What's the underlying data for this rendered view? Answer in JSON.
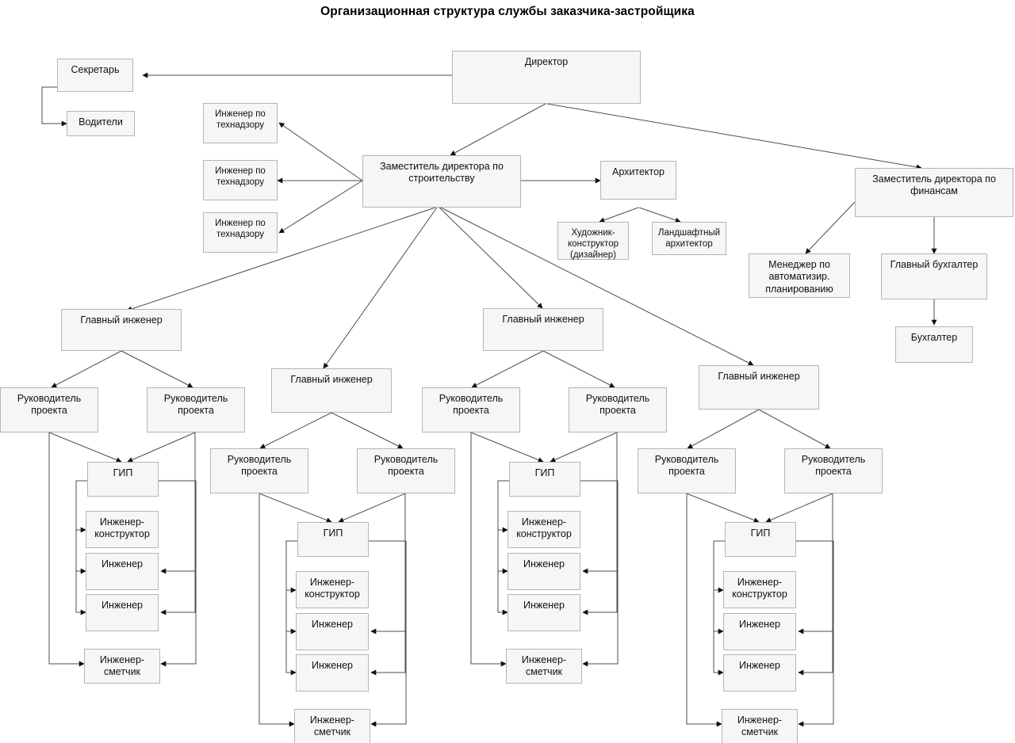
{
  "title": "Организационная структура службы заказчика-застройщика",
  "colors": {
    "node_fill": "#f6f6f6",
    "node_border": "#b5b5b5",
    "edge": "#4d4d4d",
    "text": "#101010",
    "background": "#ffffff"
  },
  "nodes": {
    "director": "Директор",
    "secretary": "Секретарь",
    "drivers": "Водители",
    "deputy_construction": "Заместитель директора по строительству",
    "deputy_finance": "Заместитель директора по финансам",
    "architect": "Архитектор",
    "designer": "Художник-конструктор (дизайнер)",
    "landscape_architect": "Ландшафтный архитектор",
    "automation_manager": "Менеджер по автоматизир. планированию",
    "chief_accountant": "Главный бухгалтер",
    "accountant": "Бухгалтер",
    "supervision_engineer_1": "Инженер по технадзору",
    "supervision_engineer_2": "Инженер по технадзору",
    "supervision_engineer_3": "Инженер по технадзору",
    "chief_engineer": "Главный инженер",
    "project_manager": "Руководитель проекта",
    "gip": "ГИП",
    "design_engineer": "Инженер-конструктор",
    "engineer": "Инженер",
    "estimator": "Инженер-сметчик"
  },
  "clusters": [
    {
      "id": "cluster-1",
      "chief_engineer": "Главный инженер",
      "project_managers": [
        "Руководитель проекта",
        "Руководитель проекта"
      ],
      "gip": "ГИП",
      "staff": [
        "Инженер-конструктор",
        "Инженер",
        "Инженер"
      ],
      "estimator": "Инженер-сметчик"
    },
    {
      "id": "cluster-2",
      "chief_engineer": "Главный инженер",
      "project_managers": [
        "Руководитель проекта",
        "Руководитель проекта"
      ],
      "gip": "ГИП",
      "staff": [
        "Инженер-конструктор",
        "Инженер",
        "Инженер"
      ],
      "estimator": "Инженер-сметчик"
    },
    {
      "id": "cluster-3",
      "chief_engineer": "Главный инженер",
      "project_managers": [
        "Руководитель проекта",
        "Руководитель проекта"
      ],
      "gip": "ГИП",
      "staff": [
        "Инженер-конструктор",
        "Инженер",
        "Инженер"
      ],
      "estimator": "Инженер-сметчик"
    },
    {
      "id": "cluster-4",
      "chief_engineer": "Главный инженер",
      "project_managers": [
        "Руководитель проекта",
        "Руководитель проекта"
      ],
      "gip": "ГИП",
      "staff": [
        "Инженер-конструктор",
        "Инженер",
        "Инженер"
      ],
      "estimator": "Инженер-сметчик"
    }
  ],
  "chart_data": {
    "type": "diagram",
    "diagram_kind": "organizational-chart",
    "title": "Организационная структура службы заказчика-застройщика",
    "relationships": [
      {
        "from": "Директор",
        "to": "Секретарь"
      },
      {
        "from": "Секретарь",
        "to": "Водители"
      },
      {
        "from": "Директор",
        "to": "Заместитель директора по строительству"
      },
      {
        "from": "Директор",
        "to": "Заместитель директора по финансам"
      },
      {
        "from": "Заместитель директора по строительству",
        "to": "Инженер по технадзору"
      },
      {
        "from": "Заместитель директора по строительству",
        "to": "Инженер по технадзору"
      },
      {
        "from": "Заместитель директора по строительству",
        "to": "Инженер по технадзору"
      },
      {
        "from": "Заместитель директора по строительству",
        "to": "Архитектор"
      },
      {
        "from": "Архитектор",
        "to": "Художник-конструктор (дизайнер)"
      },
      {
        "from": "Архитектор",
        "to": "Ландшафтный архитектор"
      },
      {
        "from": "Заместитель директора по строительству",
        "to": "Главный инженер (1)"
      },
      {
        "from": "Заместитель директора по строительству",
        "to": "Главный инженер (2)"
      },
      {
        "from": "Заместитель директора по строительству",
        "to": "Главный инженер (3)"
      },
      {
        "from": "Заместитель директора по строительству",
        "to": "Главный инженер (4)"
      },
      {
        "from": "Заместитель директора по финансам",
        "to": "Менеджер по автоматизир. планированию"
      },
      {
        "from": "Заместитель директора по финансам",
        "to": "Главный бухгалтер"
      },
      {
        "from": "Главный бухгалтер",
        "to": "Бухгалтер"
      },
      {
        "from": "Главный инженер",
        "to": "Руководитель проекта (левый)"
      },
      {
        "from": "Главный инженер",
        "to": "Руководитель проекта (правый)"
      },
      {
        "from": "Руководитель проекта (левый)",
        "to": "ГИП"
      },
      {
        "from": "Руководитель проекта (правый)",
        "to": "ГИП"
      },
      {
        "from": "ГИП",
        "to": "Инженер-конструктор"
      },
      {
        "from": "ГИП",
        "to": "Инженер"
      },
      {
        "from": "ГИП",
        "to": "Инженер"
      },
      {
        "from": "ГИП",
        "to": "Инженер-сметчик"
      },
      {
        "from": "Руководитель проекта (левый)",
        "to": "Инженер-сметчик"
      },
      {
        "from": "Руководитель проекта (правый)",
        "to": "Инженер-сметчик"
      }
    ]
  }
}
